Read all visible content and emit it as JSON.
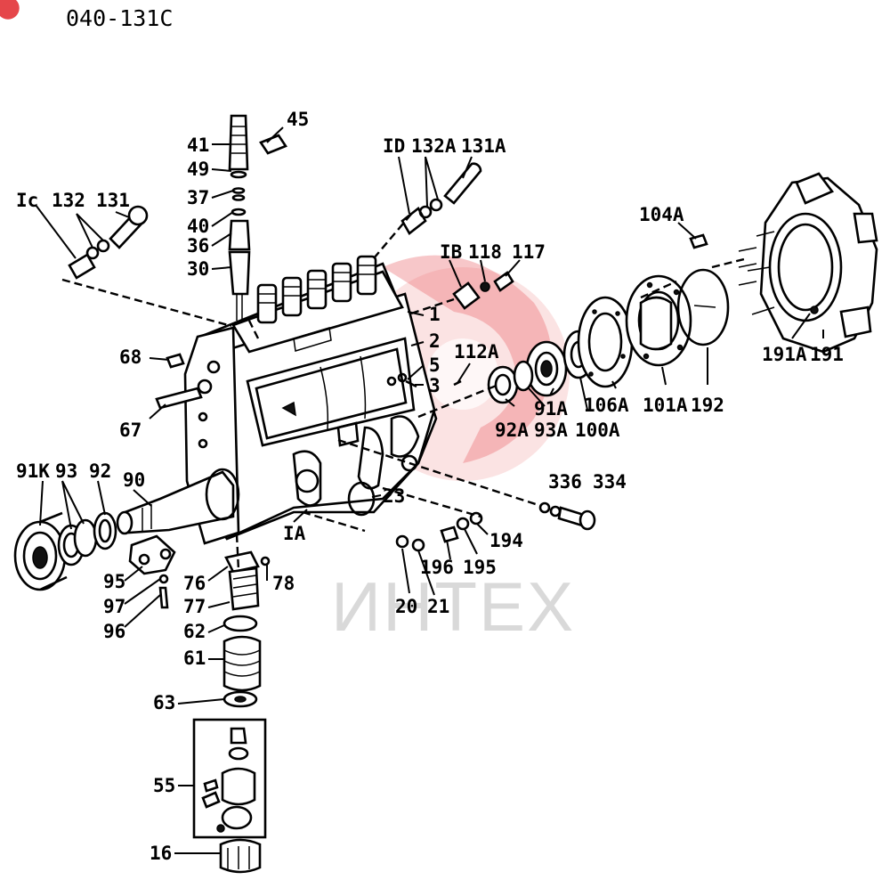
{
  "diagram_code": "040-131C",
  "watermark": "ИНТЕХ",
  "part_labels": {
    "p45": "45",
    "p41": "41",
    "p49": "49",
    "p37": "37",
    "p40": "40",
    "p36": "36",
    "p30": "30",
    "p1c": "Ic",
    "p132": "132",
    "p131": "131",
    "p1d": "ID",
    "p132a": "132A",
    "p131a": "131A",
    "p1b": "IB",
    "p118": "118",
    "p117": "117",
    "p104a": "104A",
    "p1": "1",
    "p2": "2",
    "p5": "5",
    "p3": "3",
    "p112a": "112A",
    "p68": "68",
    "p67": "67",
    "p91a": "91A",
    "p92a": "92A",
    "p93a": "93A",
    "p100a": "100A",
    "p106a": "106A",
    "p101a": "101A",
    "p192": "192",
    "p191a": "191A",
    "p191": "191",
    "p91k": "91K",
    "p93": "93",
    "p92": "92",
    "p90": "90",
    "p23": "23",
    "p1a": "IA",
    "p336": "336",
    "p334": "334",
    "p194": "194",
    "p195": "195",
    "p196": "196",
    "p20": "20",
    "p21": "21",
    "p95": "95",
    "p97": "97",
    "p96": "96",
    "p76": "76",
    "p78": "78",
    "p77": "77",
    "p62": "62",
    "p61": "61",
    "p63": "63",
    "p55": "55",
    "p16": "16"
  },
  "colors": {
    "ink": "#000000",
    "watermark": "#d9d9d9",
    "logo_red": "#e5464a",
    "logo_pink": "#f6c3c3"
  }
}
